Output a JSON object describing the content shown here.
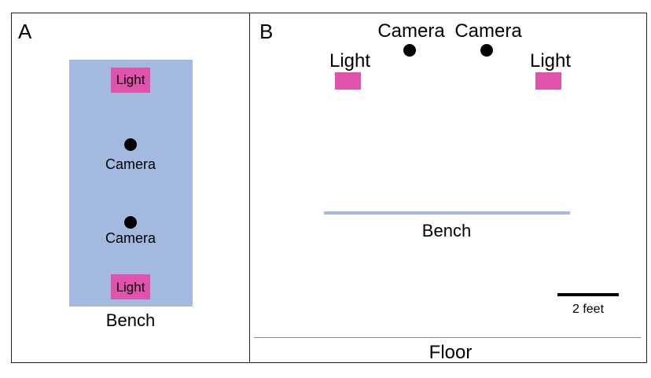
{
  "panel_a": {
    "letter": "A",
    "light_top": "Light",
    "camera_top": "Camera",
    "camera_bottom": "Camera",
    "light_bottom": "Light",
    "bench": "Bench",
    "colors": {
      "bench": "#a3b9e0",
      "light": "#e052ab",
      "camera": "#000000"
    }
  },
  "panel_b": {
    "letter": "B",
    "camera_left": "Camera",
    "camera_right": "Camera",
    "light_left": "Light",
    "light_right": "Light",
    "bench": "Bench",
    "scale": "2 feet",
    "floor": "Floor",
    "colors": {
      "bench": "#a3b9e0",
      "light": "#e052ab",
      "scale_bar": "#000000",
      "floor_line": "#888888"
    }
  }
}
